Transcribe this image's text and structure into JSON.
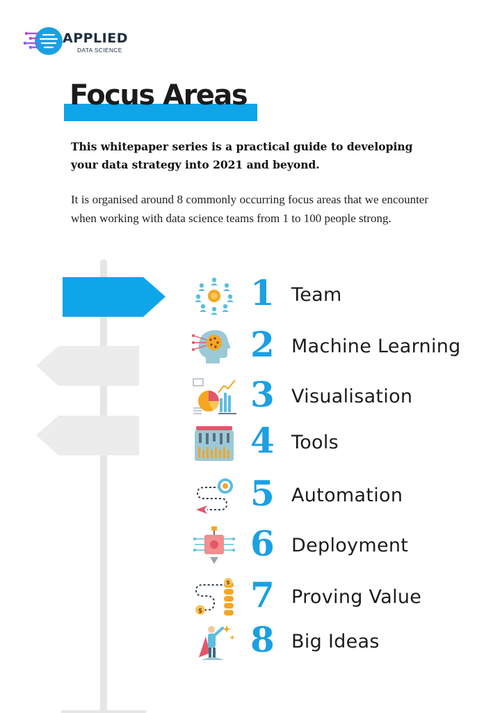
{
  "brand": {
    "name": "APPLIED",
    "sub": "DATA SCIENCE",
    "colors": {
      "accent": "#0ea5e9",
      "navy": "#1e2f3e",
      "number": "#1ba0e2"
    }
  },
  "heading": "Focus Areas",
  "intro": {
    "lead": "This whitepaper series is a practical guide to developing your data strategy into 2021 and beyond.",
    "body": "It is organised around 8 commonly occurring focus areas that we encounter when working with data science teams from 1 to 100 people strong."
  },
  "areas": [
    {
      "number": "1",
      "label": "Team",
      "icon": "team-icon"
    },
    {
      "number": "2",
      "label": "Machine Learning",
      "icon": "brain-head-icon"
    },
    {
      "number": "3",
      "label": "Visualisation",
      "icon": "charts-icon"
    },
    {
      "number": "4",
      "label": "Tools",
      "icon": "toolbox-icon"
    },
    {
      "number": "5",
      "label": "Automation",
      "icon": "target-path-icon"
    },
    {
      "number": "6",
      "label": "Deployment",
      "icon": "chip-icon"
    },
    {
      "number": "7",
      "label": "Proving Value",
      "icon": "coins-path-icon"
    },
    {
      "number": "8",
      "label": "Big Ideas",
      "icon": "superhero-icon"
    }
  ]
}
